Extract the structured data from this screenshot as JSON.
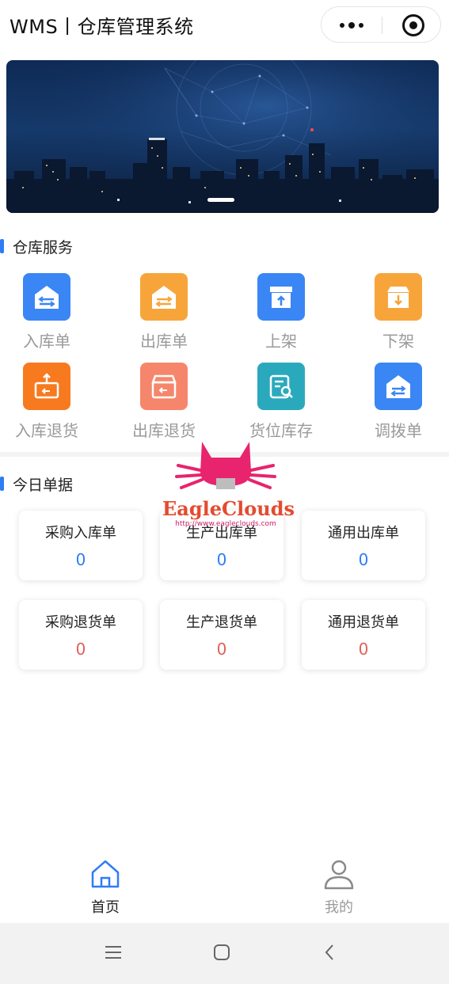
{
  "app": {
    "title": "WMS丨仓库管理系统"
  },
  "capsule": {
    "more_icon": "more-dots-icon",
    "close_icon": "target-icon"
  },
  "banner": {
    "image": "city-skyline-night"
  },
  "services": {
    "heading": "仓库服务",
    "items": [
      {
        "label": "入库单",
        "icon": "warehouse-in-icon",
        "color": "#3a86f5"
      },
      {
        "label": "出库单",
        "icon": "warehouse-out-icon",
        "color": "#f7a53a"
      },
      {
        "label": "上架",
        "icon": "box-up-icon",
        "color": "#3a86f5"
      },
      {
        "label": "下架",
        "icon": "box-down-icon",
        "color": "#f7a53a"
      },
      {
        "label": "入库退货",
        "icon": "box-return-in-icon",
        "color": "#f77a1f"
      },
      {
        "label": "出库退货",
        "icon": "box-return-out-icon",
        "color": "#f6866b"
      },
      {
        "label": "货位库存",
        "icon": "location-stock-icon",
        "color": "#2aa9bd"
      },
      {
        "label": "调拨单",
        "icon": "transfer-icon",
        "color": "#3a86f5"
      }
    ]
  },
  "today": {
    "heading": "今日单据",
    "cards": [
      {
        "title": "采购入库单",
        "value": "0"
      },
      {
        "title": "生产出库单",
        "value": "0"
      },
      {
        "title": "通用出库单",
        "value": "0"
      },
      {
        "title": "采购退货单",
        "value": "0"
      },
      {
        "title": "生产退货单",
        "value": "0"
      },
      {
        "title": "通用退货单",
        "value": "0"
      }
    ]
  },
  "watermark": {
    "brand": "EagleClouds",
    "url": "http://www.eagleclouds.com"
  },
  "tabbar": {
    "items": [
      {
        "label": "首页",
        "icon": "home-icon",
        "active": true
      },
      {
        "label": "我的",
        "icon": "user-icon",
        "active": false
      }
    ]
  },
  "colors": {
    "accent": "#2f7cf6",
    "inactive": "#9a9a9a",
    "return_value": "#e0605a"
  }
}
